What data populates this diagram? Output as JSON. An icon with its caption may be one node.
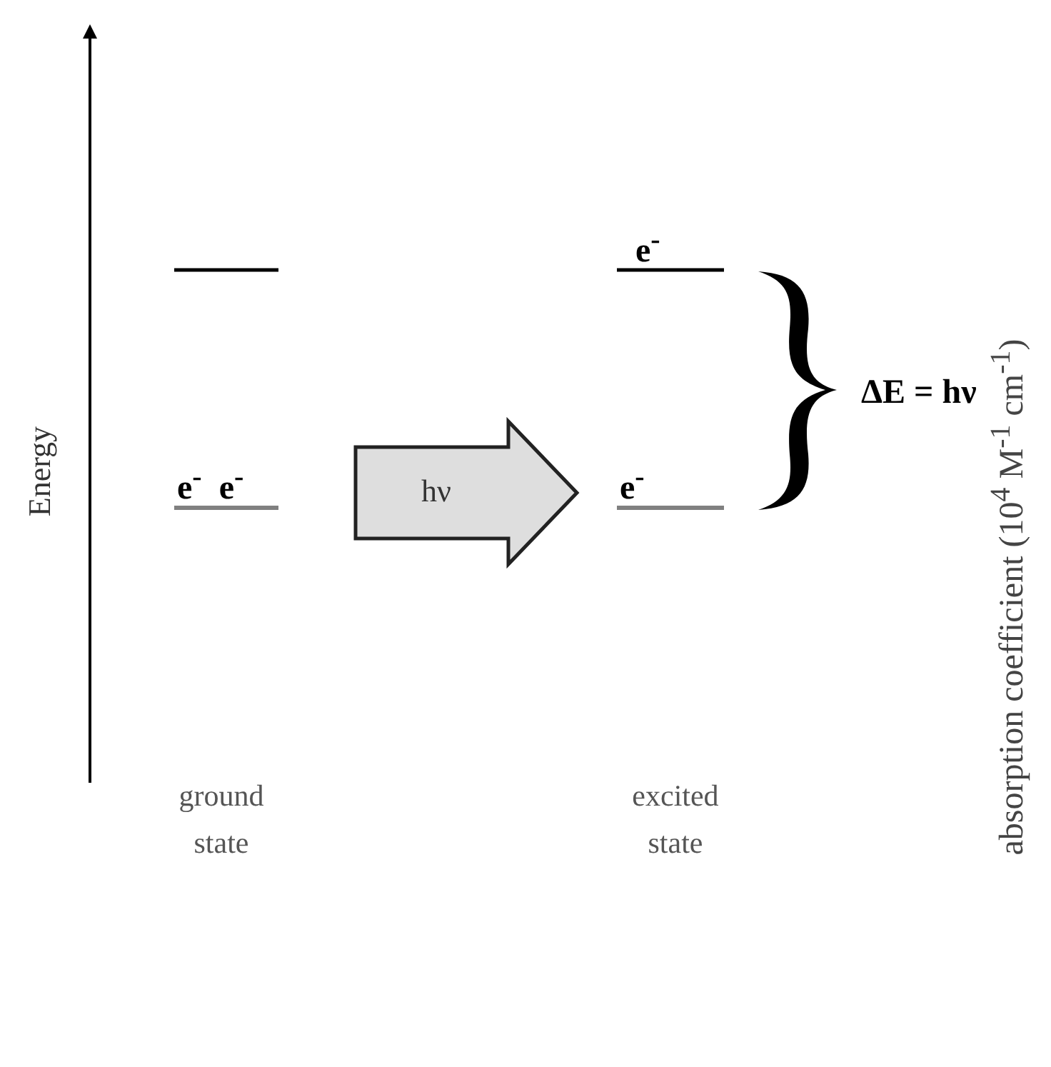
{
  "diagram": {
    "nodes": [
      {
        "text": [
          "e$^{-}$",
          "e$^{-}$"
        ]
      },
      {
        "text": [
          "e$^{-}$"
        ]
      },
      {
        "text": [],
        "shape": "brace"
      }
    ],
    "edges": [
      {
        "from": 0,
        "to": 1,
        "arrow": "to",
        "label": "hν"
      }
    ],
    "labels": [
      "Energy",
      "e$^{-}$",
      "ΔE = hν",
      "absorption coefficient (10$^{4}$ M$^{-1}$ cm$^{-1}$)",
      "ground state",
      "excited state"
    ]
  }
}
